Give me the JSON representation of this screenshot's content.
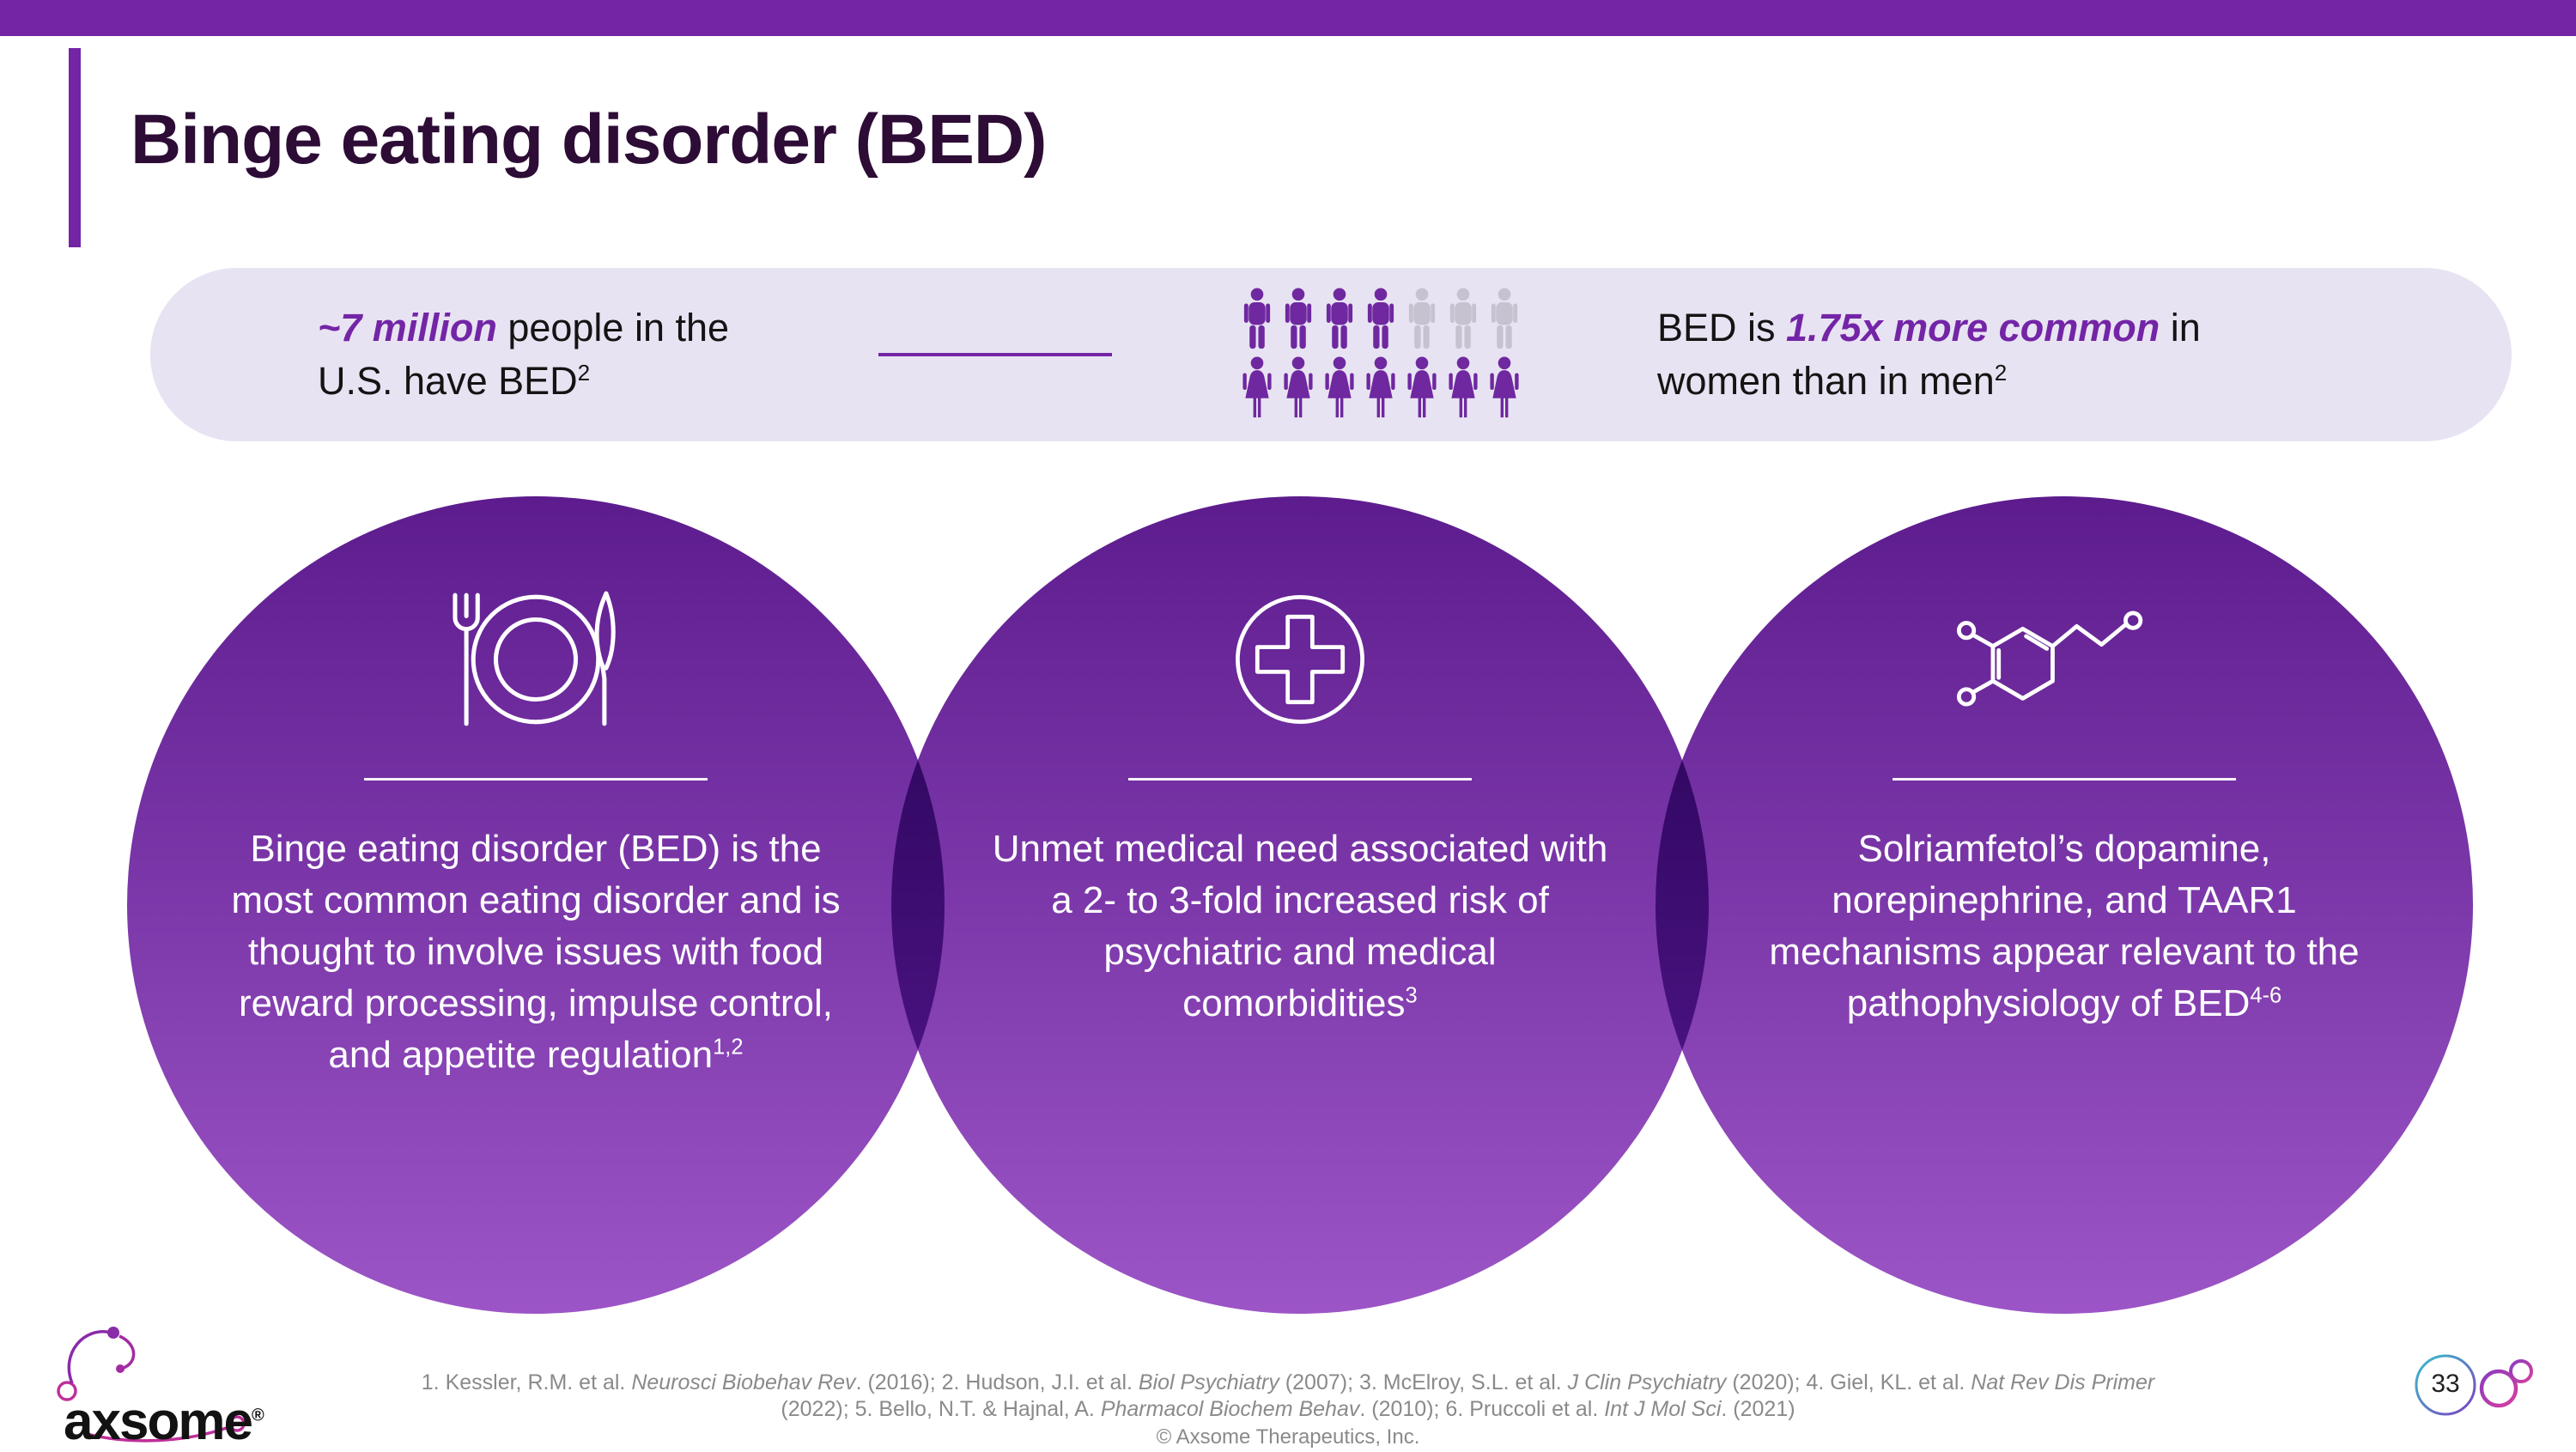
{
  "slide": {
    "title": "Binge eating disorder (BED)",
    "page_number": "33"
  },
  "colors": {
    "accent_purple": "#7325A6",
    "title_dark": "#2D0C36",
    "banner_bg": "#E8E3F2",
    "figure_purple": "#6F28A0",
    "figure_gray": "#C6C2CF",
    "circle_gradient_top": "#5D1C8E",
    "circle_gradient_bottom": "#9C55C6",
    "footer_gray": "#8A8A8A"
  },
  "banner": {
    "left_stat": {
      "highlight": "~7 million",
      "after_highlight": " people in the",
      "line2": "U.S. have BED",
      "sup": "2"
    },
    "pictogram": {
      "rows": [
        {
          "type": "male",
          "icon": "male-figure-icon",
          "filled": 4,
          "gray": 3
        },
        {
          "type": "female",
          "icon": "female-figure-icon",
          "filled": 7,
          "gray": 0
        }
      ]
    },
    "right_stat": {
      "before": "BED is ",
      "highlight": "1.75x more common",
      "after": " in",
      "line2": "women than in men",
      "sup": "2"
    }
  },
  "circles": [
    {
      "icon": "place-setting-icon",
      "text": "Binge eating disorder (BED) is the most common eating disorder and is thought to involve issues with food reward processing, impulse control, and appetite regulation",
      "sup": "1,2"
    },
    {
      "icon": "medical-cross-icon",
      "text": "Unmet medical need associated with a 2- to 3-fold increased risk of psychiatric and medical comorbidities",
      "sup": "3"
    },
    {
      "icon": "dopamine-molecule-icon",
      "text": "Solriamfetol’s dopamine, norepinephrine, and TAAR1 mechanisms appear relevant to the pathophysiology of BED",
      "sup": "4-6"
    }
  ],
  "footer": {
    "logo_text": "axsome",
    "logo_reg": "®",
    "references_line1": [
      {
        "t": "1. Kessler, R.M. et al. "
      },
      {
        "t": "Neurosci Biobehav Rev",
        "i": true
      },
      {
        "t": ". (2016); 2. Hudson, J.I. et al. "
      },
      {
        "t": "Biol Psychiatry",
        "i": true
      },
      {
        "t": " (2007); 3. McElroy, S.L. et al. "
      },
      {
        "t": "J Clin Psychiatry",
        "i": true
      },
      {
        "t": " (2020); 4. Giel, KL. et al. "
      },
      {
        "t": "Nat Rev Dis Primer",
        "i": true
      }
    ],
    "references_line2": [
      {
        "t": "(2022); 5. Bello, N.T. & Hajnal, A. "
      },
      {
        "t": "Pharmacol Biochem Behav",
        "i": true
      },
      {
        "t": ". (2010); 6. Pruccoli et al. "
      },
      {
        "t": "Int J Mol Sci",
        "i": true
      },
      {
        "t": ". (2021)"
      }
    ],
    "copyright": "© Axsome Therapeutics, Inc."
  }
}
